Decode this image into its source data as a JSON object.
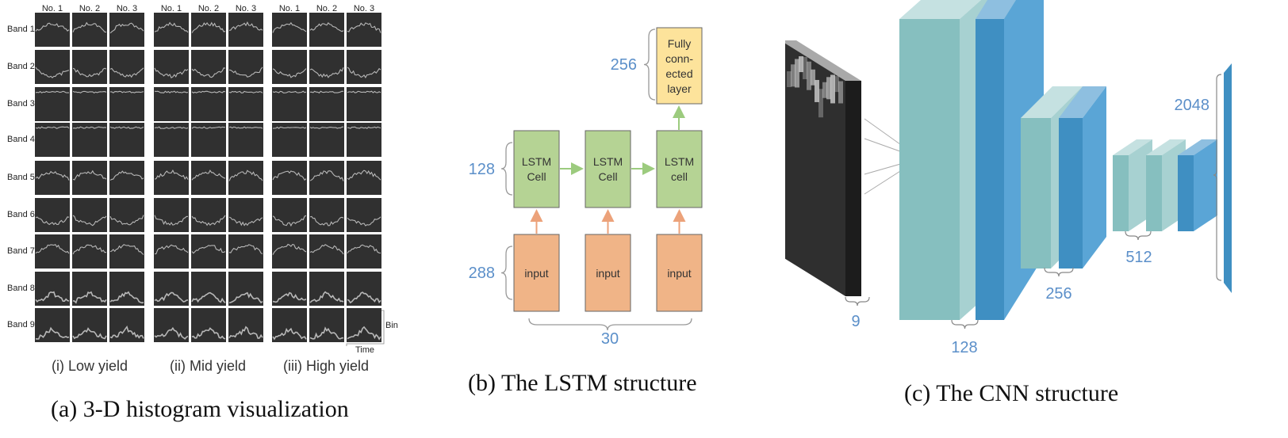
{
  "panel_a": {
    "caption": "(a) 3-D histogram visualization",
    "col_labels": [
      "No. 1",
      "No. 2",
      "No. 3"
    ],
    "row_labels": [
      "Band 1",
      "Band 2",
      "Band 3",
      "Band 4",
      "Band 5",
      "Band 6",
      "Band 7",
      "Band 8",
      "Band 9"
    ],
    "groups": [
      "(i) Low yield",
      "(ii) Mid yield",
      "(iii) High yield"
    ],
    "axis_bin": "Bin",
    "axis_time": "Time"
  },
  "panel_b": {
    "caption": "(b) The LSTM structure",
    "fc_label": [
      "Fully",
      "conn-",
      "ected",
      "layer"
    ],
    "lstm_labels": [
      [
        "LSTM",
        "Cell"
      ],
      [
        "LSTM",
        "Cell"
      ],
      [
        "LSTM",
        "cell"
      ]
    ],
    "input_label": "input",
    "dims": {
      "fc": "256",
      "lstm": "128",
      "input": "288",
      "steps": "30"
    },
    "colors": {
      "fc": "#fde39b",
      "lstm": "#b5d394",
      "input": "#f0b487",
      "number": "#5b8fc9"
    }
  },
  "panel_c": {
    "caption": "(c) The CNN structure",
    "dims": [
      "9",
      "128",
      "256",
      "512",
      "2048"
    ],
    "colors": {
      "light": "#86bfbf",
      "dark": "#3f8fc2",
      "number": "#5b8fc9"
    }
  }
}
